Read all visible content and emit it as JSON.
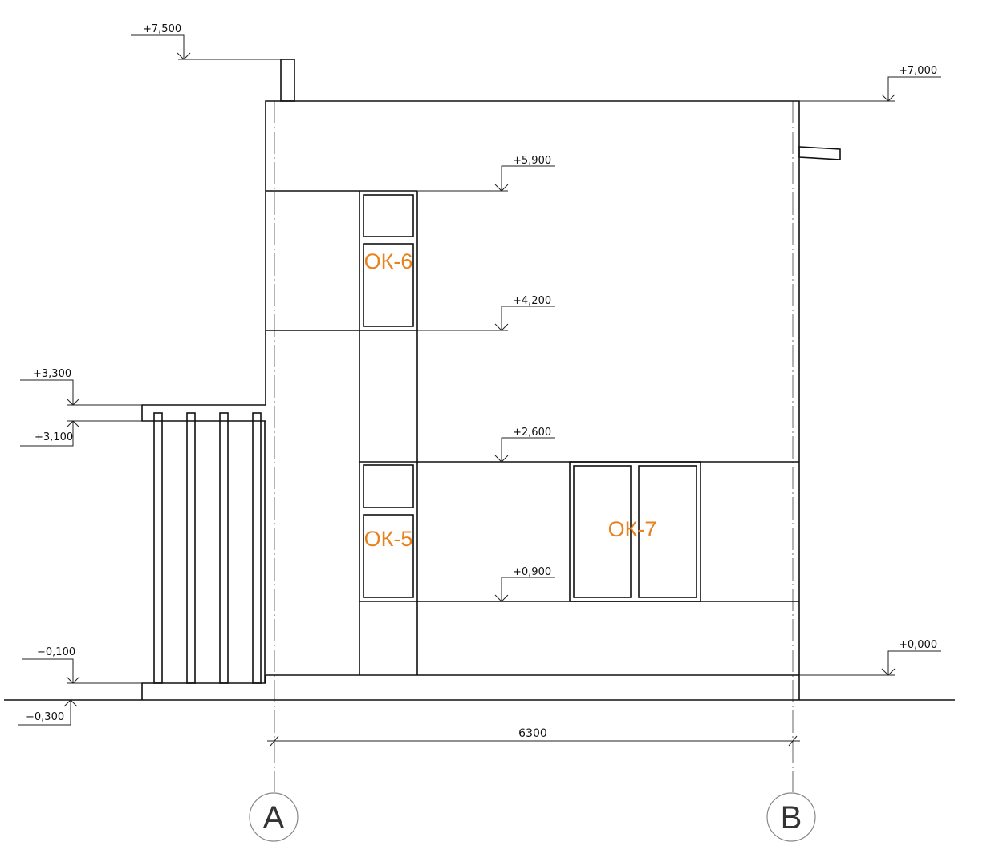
{
  "drawing": {
    "levels": {
      "l7500": "+7,500",
      "l7000": "+7,000",
      "l5900": "+5,900",
      "l4200": "+4,200",
      "l3300": "+3,300",
      "l3100": "+3,100",
      "l2600": "+2,600",
      "l0900": "+0,900",
      "l0000": "+0,000",
      "lm0100": "−0,100",
      "lm0300": "−0,300"
    },
    "windows": {
      "ok6": "ОК-6",
      "ok5": "ОК-5",
      "ok7": "ОК-7"
    },
    "dimension": "6300",
    "axes": {
      "a": "A",
      "b": "B"
    },
    "colors": {
      "window_tag": "#e8821e",
      "line": "#111111"
    }
  }
}
